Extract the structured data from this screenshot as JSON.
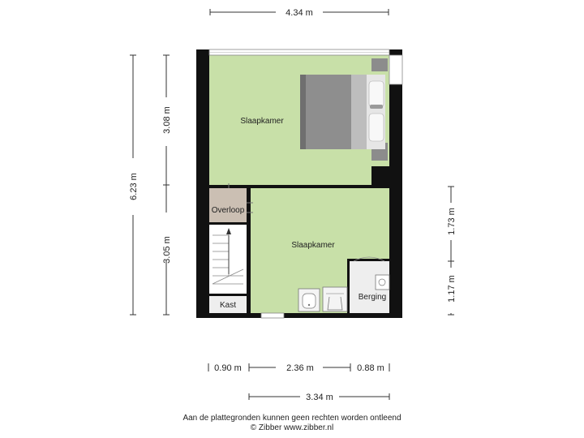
{
  "rooms": {
    "bedroom_top": "Slaapkamer",
    "bedroom_bottom": "Slaapkamer",
    "landing": "Overloop",
    "closet": "Kast",
    "storage": "Berging"
  },
  "dimensions": {
    "top_width": "4.34 m",
    "total_height": "6.23 m",
    "upper_height": "3.08 m",
    "lower_height": "3.05 m",
    "right_upper": "1.73 m",
    "right_lower": "1.17 m",
    "bottom_left": "0.90 m",
    "bottom_mid": "2.36 m",
    "bottom_right": "0.88 m",
    "bottom_total": "3.34 m"
  },
  "footer": {
    "disclaimer": "Aan de plattegronden kunnen geen rechten worden ontleend",
    "copyright": "© Zibber www.zibber.nl"
  },
  "colors": {
    "wall": "#111111",
    "room_green": "#c8e0a8",
    "landing": "#cbbfb3",
    "floor_light": "#eeeeee",
    "bed": "#8c8c8c"
  }
}
